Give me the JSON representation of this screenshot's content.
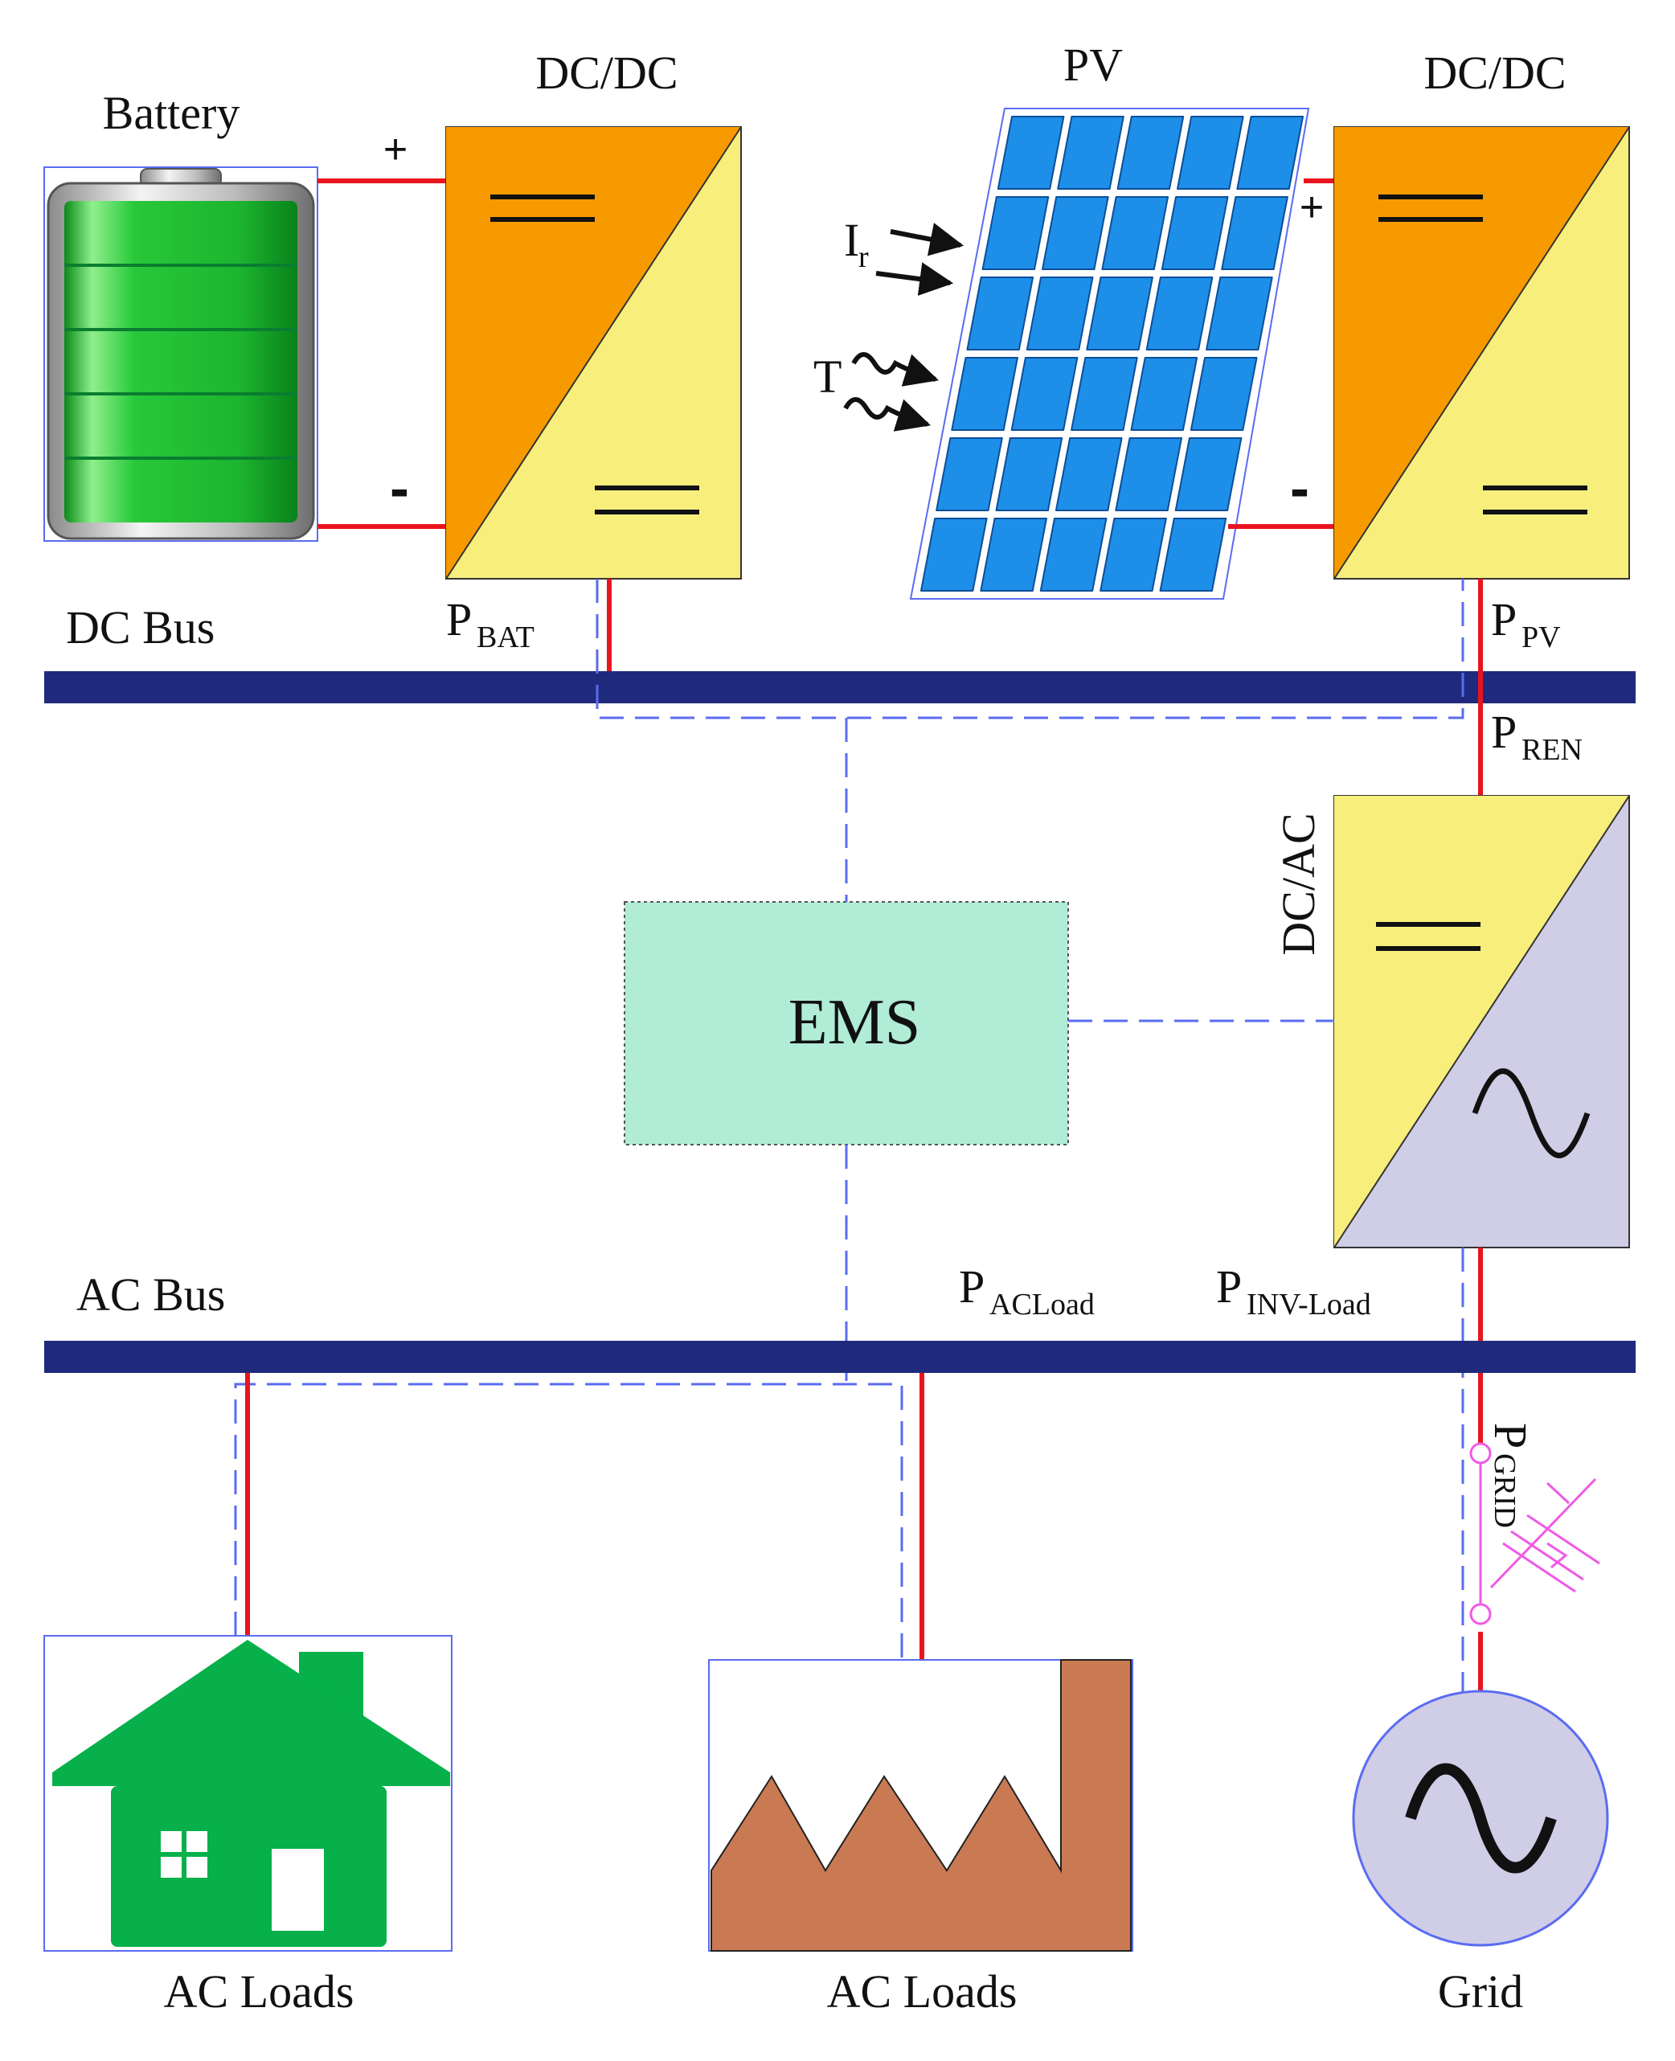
{
  "labels": {
    "battery": "Battery",
    "dcdc_left": "DC/DC",
    "pv": "PV",
    "dcdc_right": "DC/DC",
    "dc_bus": "DC Bus",
    "ac_bus": "AC Bus",
    "dcac": "DC/AC",
    "ems": "EMS",
    "ac_loads_home": "AC Loads",
    "ac_loads_factory": "AC Loads",
    "grid": "Grid",
    "irradiance": "I",
    "irradiance_sub": "r",
    "temperature": "T",
    "plus": "+",
    "minus": "-"
  },
  "power": {
    "bat": {
      "p": "P",
      "sub": "BAT"
    },
    "pv": {
      "p": "P",
      "sub": "PV"
    },
    "ren": {
      "p": "P",
      "sub": "REN"
    },
    "acload": {
      "p": "P",
      "sub": "ACLoad"
    },
    "invload": {
      "p": "P",
      "sub": "INV-Load"
    },
    "grid": {
      "p": "P",
      "sub": "GRID"
    }
  },
  "colors": {
    "bus": "#1f2a7c",
    "power_line": "#e8141e",
    "control_line": "#5a6cf2",
    "converter_orange": "#f79a00",
    "converter_yellow": "#f7ee7c",
    "inverter_lavender": "#d0cde6",
    "ems_fill": "#b0ecd6",
    "battery_green": "#22c13a",
    "pv_cell": "#1e8fe8",
    "house_green": "#07b04a",
    "factory_brown": "#c97a52",
    "breaker_pink": "#f05ae6"
  }
}
